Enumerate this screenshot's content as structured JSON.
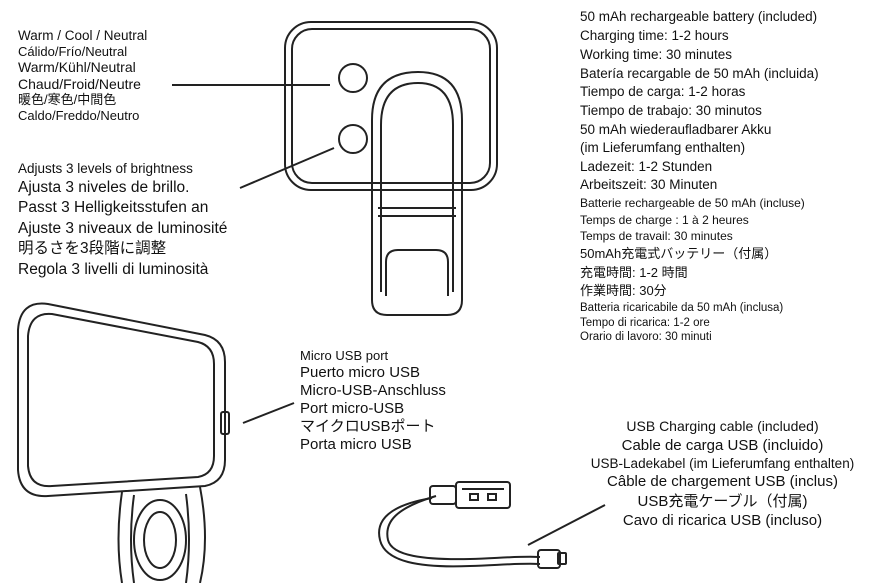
{
  "tone_labels": [
    "Warm / Cool / Neutral",
    "Cálido/Frío/Neutral",
    "Warm/Kühl/Neutral",
    "Chaud/Froid/Neutre",
    "暖色/寒色/中間色",
    "Caldo/Freddo/Neutro"
  ],
  "brightness_labels": [
    "Adjusts 3 levels of brightness",
    "Ajusta 3 niveles de brillo.",
    "Passt 3 Helligkeitsstufen an",
    "Ajuste 3 niveaux de luminosité",
    "明るさを3段階に調整",
    "Regola 3 livelli di luminosità"
  ],
  "usb_port_labels": [
    "Micro USB port",
    "Puerto micro USB",
    "Micro-USB-Anschluss",
    "Port micro-USB",
    "マイクロUSBポート",
    "Porta micro USB"
  ],
  "battery": {
    "en": [
      "50 mAh rechargeable battery (included)",
      "Charging time: 1-2 hours",
      "Working time: 30 minutes"
    ],
    "es": [
      "Batería recargable de 50 mAh (incluida)",
      "Tiempo de carga: 1-2 horas",
      "Tiempo de trabajo: 30 minutos"
    ],
    "de": [
      "50 mAh wiederaufladbarer Akku",
      "(im Lieferumfang enthalten)",
      "Ladezeit: 1-2 Stunden",
      "Arbeitszeit: 30 Minuten"
    ],
    "fr": [
      "Batterie rechargeable de 50 mAh (incluse)",
      "Temps de charge : 1 à 2 heures",
      "Temps de travail: 30 minutes"
    ],
    "ja": [
      "50mAh充電式バッテリー（付属）",
      "充電時間: 1-2 時間",
      "作業時間:  30分"
    ],
    "it": [
      "Batteria ricaricabile da 50 mAh (inclusa)",
      "Tempo di ricarica: 1-2 ore",
      "Orario di lavoro: 30 minuti"
    ]
  },
  "cable_labels": [
    "USB Charging cable (included)",
    "Cable de carga USB (incluido)",
    "USB-Ladekabel (im Lieferumfang enthalten)",
    "Câble de chargement USB (inclus)",
    "USB充電ケーブル（付属)",
    "Cavo di ricarica USB (incluso)"
  ]
}
